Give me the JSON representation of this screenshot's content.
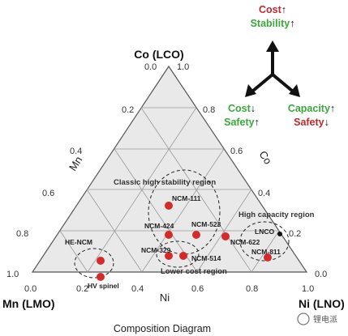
{
  "corners": {
    "top": "Co (LCO)",
    "left": "Mn (LMO)",
    "right": "Ni (LNO)"
  },
  "axis_names": {
    "left": "Mn",
    "right": "Co",
    "bottom": "Ni"
  },
  "ticks": {
    "left_side": [
      "1.0",
      "0.8",
      "0.6",
      "0.4",
      "0.2",
      "0.0"
    ],
    "right_side": [
      "0.0",
      "0.2",
      "0.4",
      "0.6",
      "0.8",
      "1.0"
    ],
    "bottom": [
      "0.0",
      "0.2",
      "0.4",
      "0.6",
      "0.8",
      "1.0"
    ],
    "top_alt_left": "0.0",
    "right_inner": [
      "0.2",
      "0.4",
      "0.6",
      "0.8"
    ],
    "left_inner": [
      "0.4",
      "0.2"
    ],
    "mid_right": "0.2"
  },
  "regions": {
    "classic": "Classic high stability region",
    "high_capacity": "High capacity region",
    "lower_cost": "Lower cost region"
  },
  "materials": {
    "ncm111": "NCM-111",
    "ncm424": "NCM-424",
    "ncm523": "NCM-523",
    "ncm622": "NCM-622",
    "ncm329": "NCM-329",
    "ncm514": "NCM-514",
    "ncm811": "NCM-811",
    "lnco": "LNCO",
    "he_ncm": "HE-NCM",
    "hv_spinel": "HV spinel"
  },
  "legend": {
    "top_line1": "Cost",
    "top_line2": "Stability",
    "left_line1": "Cost",
    "left_line2": "Safety",
    "right_line1": "Capacity",
    "right_line2": "Safety",
    "arrow_up": "↑",
    "arrow_down": "↓"
  },
  "caption": "Composition Diagram",
  "watermark": "锂电派",
  "colors": {
    "red": "#c0282c",
    "green": "#3aa83a",
    "dot": "#d42a2a",
    "grid": "#999999",
    "fill": "#e9e9e9"
  }
}
